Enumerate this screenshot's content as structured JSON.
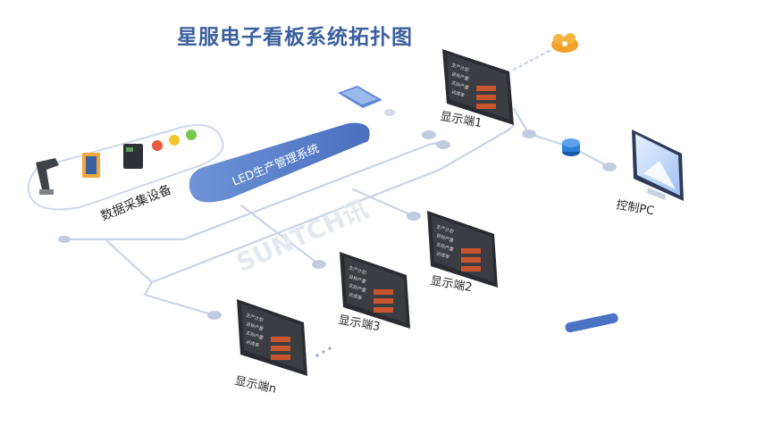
{
  "title": "星服电子看板系统拓扑图",
  "central_system": {
    "label": "LED生产管理系统"
  },
  "collector_group": {
    "label": "数据采集设备"
  },
  "control": {
    "label": "控制PC"
  },
  "displays": [
    {
      "label": "显示端1"
    },
    {
      "label": "显示端2"
    },
    {
      "label": "显示端3"
    },
    {
      "label": "显示端n"
    }
  ],
  "board_rows": [
    "生产计划",
    "目标产量",
    "实际产量",
    "达成率"
  ],
  "watermark": "SUNTCH讯"
}
